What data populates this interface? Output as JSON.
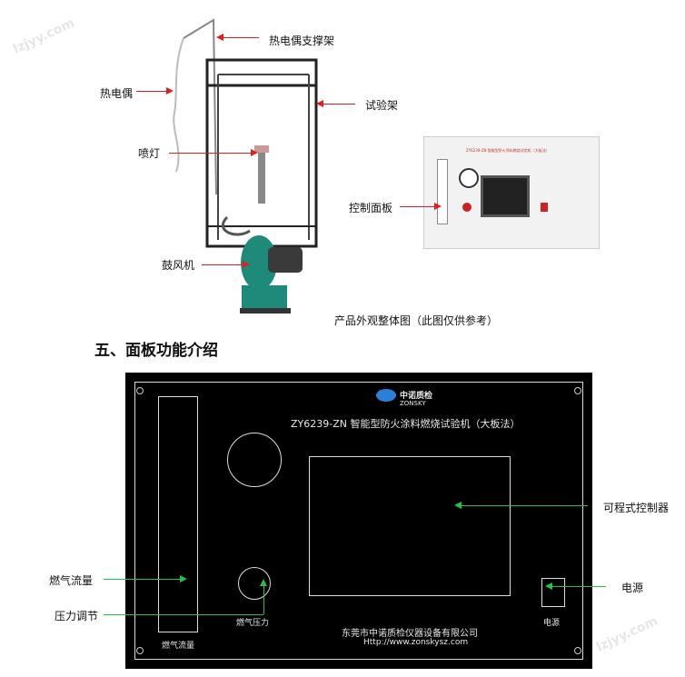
{
  "watermark": "lzjyy.com",
  "photo": {
    "labels": {
      "thermocouple_stand": "热电偶支撑架",
      "thermocouple": "热电偶",
      "test_rack": "试验架",
      "burner": "喷灯",
      "control_panel": "控制面板",
      "blower": "鼓风机"
    },
    "caption": "产品外观整体图（此图仅供参考）",
    "device_title": "ZY6239-ZN 智能型防火涂料燃烧试验机（大板法）"
  },
  "section_title": "五、面板功能介绍",
  "panel": {
    "logo_text": "中诺质检",
    "logo_sub": "ZONSKY",
    "title": "ZY6239-ZN 智能型防火涂料燃烧试验机（大板法）",
    "gas_flow_label": "燃气流量",
    "gas_pressure_label": "燃气压力",
    "power_label": "电源",
    "company": "东莞市中诺质检仪器设备有限公司",
    "url": "Http://www.zonskysz.com"
  },
  "callouts": {
    "plc": "可程式控制器",
    "gas_flow": "燃气流量",
    "pressure_adjust": "压力调节",
    "power": "电源"
  }
}
